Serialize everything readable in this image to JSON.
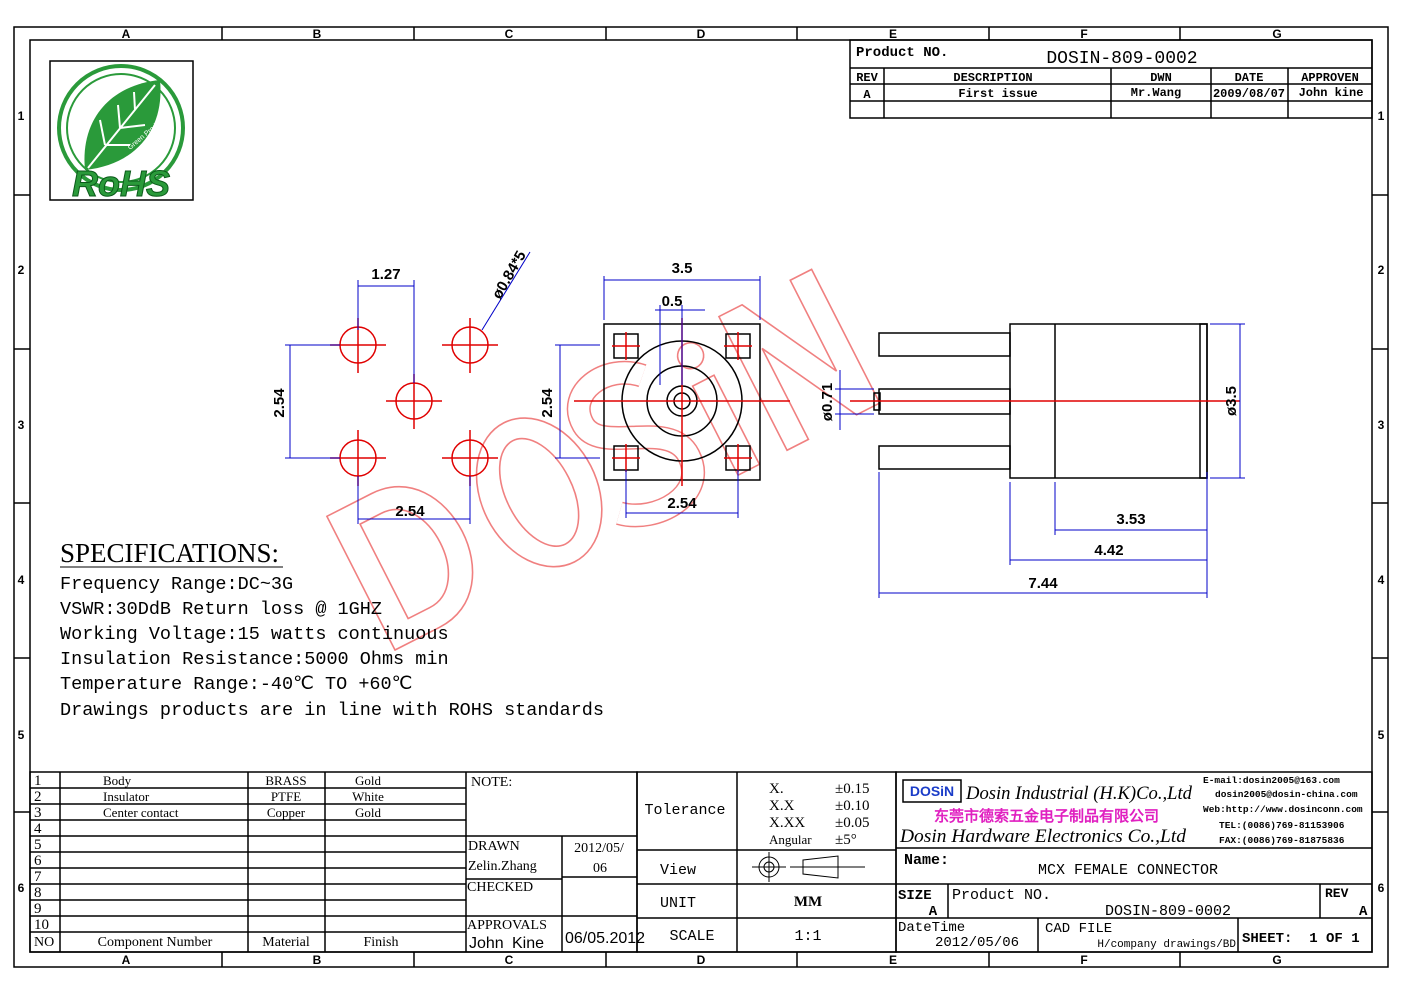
{
  "grid": {
    "columns": [
      "A",
      "B",
      "C",
      "D",
      "E",
      "F",
      "G"
    ],
    "rows": [
      "1",
      "2",
      "3",
      "4",
      "5",
      "6"
    ]
  },
  "logo": {
    "text": "RoHS",
    "subtext": "Green Product"
  },
  "revision_block": {
    "product_no_label": "Product NO.",
    "product_no": "DOSIN-809-0002",
    "headers": [
      "REV",
      "DESCRIPTION",
      "DWN",
      "DATE",
      "APPROVEN"
    ],
    "rows": [
      [
        "A",
        "First issue",
        "Mr.Wang",
        "2009/08/07",
        "John kine"
      ]
    ]
  },
  "dimensions": {
    "footprint": {
      "pitch_top": "1.27",
      "hole": "ø0.84*5",
      "vertical": "2.54",
      "bottom": "2.54"
    },
    "front": {
      "width": "3.5",
      "center": "0.5",
      "vertical": "2.54",
      "bottom": "2.54"
    },
    "side": {
      "pin_dia": "ø0.71",
      "body_dia": "ø3.5",
      "d1": "3.53",
      "d2": "4.42",
      "d3": "7.44"
    }
  },
  "watermark": "DOSiN",
  "specifications": {
    "title": "SPECIFICATIONS:",
    "lines": [
      "Frequency Range:DC~3G",
      "VSWR:30DdB Return loss @ 1GHZ",
      "Working Voltage:15 watts continuous",
      "Insulation Resistance:5000 Ohms min",
      "Temperature Range:-40℃ TO +60℃",
      "Drawings products are in line with ROHS standards"
    ]
  },
  "bom": {
    "rows": [
      [
        "1",
        "Body",
        "BRASS",
        "Gold"
      ],
      [
        "2",
        "Insulator",
        "PTFE",
        "White"
      ],
      [
        "3",
        "Center contact",
        "Copper",
        "Gold"
      ],
      [
        "4",
        "",
        "",
        ""
      ],
      [
        "5",
        "",
        "",
        ""
      ],
      [
        "6",
        "",
        "",
        ""
      ],
      [
        "7",
        "",
        "",
        ""
      ],
      [
        "8",
        "",
        "",
        ""
      ],
      [
        "9",
        "",
        "",
        ""
      ],
      [
        "10",
        "",
        "",
        ""
      ]
    ],
    "headers": [
      "NO",
      "Component Number",
      "Material",
      "Finish"
    ]
  },
  "notes": {
    "note_label": "NOTE:",
    "drawn_label": "DRAWN",
    "drawn_by": "Zelin.Zhang",
    "drawn_date_1": "2012/05/",
    "drawn_date_2": "06",
    "checked_label": "CHECKED",
    "approvals_label": "APPROVALS",
    "approved_by": "John",
    "approved_by_2": "Kine",
    "approved_date": "06/05.2012"
  },
  "tolerance": {
    "label": "Tolerance",
    "items": [
      [
        "X.",
        "±0.15"
      ],
      [
        "X.X",
        "±0.10"
      ],
      [
        "X.XX",
        "±0.05"
      ],
      [
        "Angular",
        "±5°"
      ]
    ],
    "view_label": "View",
    "unit_label": "UNIT",
    "unit": "MM",
    "scale_label": "SCALE",
    "scale": "1:1"
  },
  "company": {
    "badge": "DOSiN",
    "name_en": "Dosin Industrial (H.K)Co.,Ltd",
    "name_cn": "东莞市德索五金电子制品有限公司",
    "name_en2": "Dosin Hardware Electronics Co.,Ltd",
    "email1": "E-mail:dosin2005@163.com",
    "email2": "dosin2005@dosin-china.com",
    "web": "Web:http://www.dosinconn.com",
    "tel": "TEL:(0086)769-81153906",
    "fax": "FAX:(0086)769-81875836",
    "cn_color": "#e020c0"
  },
  "title_block": {
    "name_label": "Name:",
    "name": "MCX FEMALE CONNECTOR",
    "size_label": "SIZE",
    "size": "A",
    "product_no_label": "Product NO.",
    "product_no": "DOSIN-809-0002",
    "rev_label": "REV",
    "rev": "A",
    "datetime_label": "DateTime",
    "datetime": "2012/05/06",
    "cad_label": "CAD FILE",
    "cad_file": "H/company drawings/BD",
    "sheet": "SHEET:  1 OF 1"
  }
}
